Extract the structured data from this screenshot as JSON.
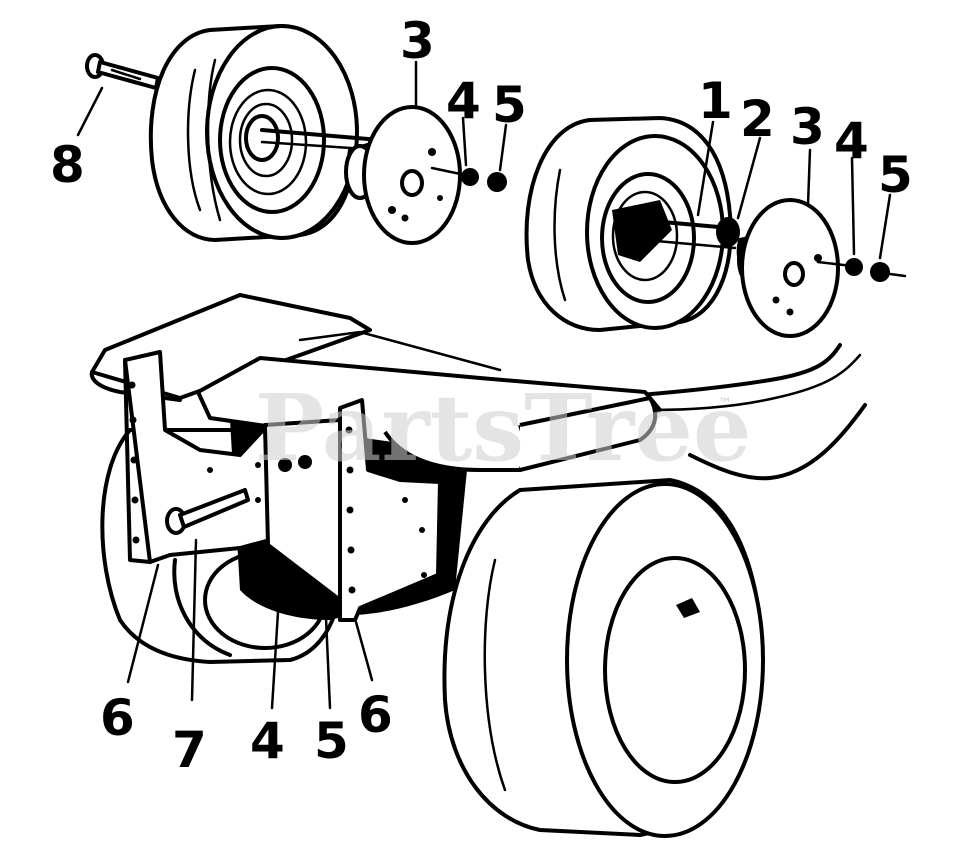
{
  "diagram": {
    "watermark": "PartsTree",
    "watermark_mark": "™",
    "callouts": {
      "top_left": {
        "c8": "8",
        "c3": "3",
        "c4": "4",
        "c5": "5"
      },
      "top_right": {
        "c1": "1",
        "c2": "2",
        "c3": "3",
        "c4": "4",
        "c5": "5"
      },
      "bottom": {
        "c6a": "6",
        "c7": "7",
        "c4": "4",
        "c5": "5",
        "c6b": "6"
      }
    },
    "colors": {
      "ink": "#000000",
      "paper": "#ffffff",
      "watermark": "#cfcfcf"
    }
  }
}
